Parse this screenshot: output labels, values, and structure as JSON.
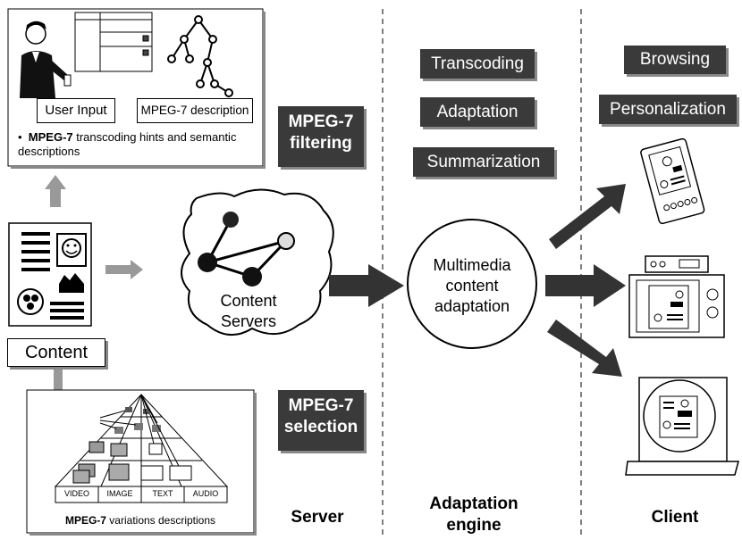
{
  "user_input_label": "User Input",
  "mpeg7_description_label": "MPEG-7 description",
  "hints_bullet_bold": "MPEG-7",
  "hints_bullet_text": " transcoding hints and semantic descriptions",
  "content_label": "Content",
  "variations_bold": "MPEG-7",
  "variations_text": " variations descriptions",
  "modalities": [
    "VIDEO",
    "IMAGE",
    "TEXT",
    "AUDIO"
  ],
  "mpeg7_filtering": [
    "MPEG-7",
    "filtering"
  ],
  "mpeg7_selection": [
    "MPEG-7",
    "selection"
  ],
  "content_servers": [
    "Content",
    "Servers"
  ],
  "engine_tasks": [
    "Transcoding",
    "Adaptation",
    "Summarization"
  ],
  "engine_label": [
    "Multimedia",
    "content",
    "adaptation"
  ],
  "client_tasks": [
    "Browsing",
    "Personalization"
  ],
  "section_labels": {
    "server": "Server",
    "engine": [
      "Adaptation",
      "engine"
    ],
    "client": "Client"
  },
  "colors": {
    "dark_box": "#3a3a3a",
    "arrow_dark": "#333333",
    "arrow_light": "#999999"
  }
}
